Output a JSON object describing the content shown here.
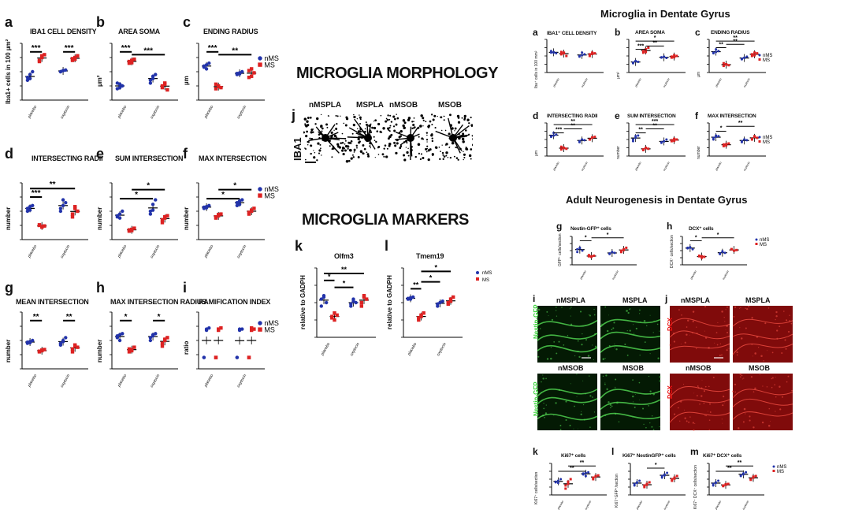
{
  "left": {
    "panels": [
      {
        "letter": "a",
        "title": "IBA1 CELL DENSITY",
        "ylabel": "Iba1+ cells in 100 µm²",
        "sig": [
          "***",
          "***"
        ]
      },
      {
        "letter": "b",
        "title": "AREA SOMA",
        "ylabel": "µm²",
        "sig": [
          "***",
          "***"
        ]
      },
      {
        "letter": "c",
        "title": "ENDING RADIUS",
        "ylabel": "µm",
        "sig": [
          "***",
          "**"
        ]
      },
      {
        "letter": "d",
        "title": "INTERSECTING RADII",
        "ylabel": "number",
        "sig": [
          "***",
          "**"
        ]
      },
      {
        "letter": "e",
        "title": "SUM INTERSECTION",
        "ylabel": "number",
        "sig": [
          "*",
          "*"
        ]
      },
      {
        "letter": "f",
        "title": "MAX INTERSECTION",
        "ylabel": "number",
        "sig": [
          "*",
          "*"
        ]
      },
      {
        "letter": "g",
        "title": "MEAN INTERSECTION",
        "ylabel": "number",
        "sig": [
          "**",
          "**"
        ]
      },
      {
        "letter": "h",
        "title": "MAX INTERSECTION RADIUS",
        "ylabel": "number",
        "sig": [
          "*",
          "*"
        ]
      },
      {
        "letter": "i",
        "title": "RAMIFICATION INDEX",
        "ylabel": "ratio",
        "sig": []
      }
    ],
    "legend": {
      "nms": "nMS",
      "ms": "MS"
    },
    "xticks": [
      "placebo",
      "oxytocin"
    ]
  },
  "middle": {
    "morphology_heading": "MICROGLIA MORPHOLOGY",
    "markers_heading": "MICROGLIA MARKERS",
    "j_letter": "j",
    "j_side_label": "IBA1",
    "j_labels": [
      "nMSPLA",
      "MSPLA",
      "nMSOB",
      "MSOB"
    ],
    "k": {
      "letter": "k",
      "title": "Olfm3",
      "ylabel": "relative to GADPH",
      "sig": [
        "*",
        "*",
        "**"
      ]
    },
    "l": {
      "letter": "l",
      "title": "Tmem19",
      "ylabel": "relative to GADPH",
      "sig": [
        "**",
        "*",
        "*"
      ]
    },
    "legend": {
      "nms": "nMS",
      "ms": "MS"
    }
  },
  "right": {
    "heading1": "Microglia in Dentate Gyrus",
    "heading2": "Adult Neurogenesis in Dentate Gyrus",
    "panels_top": [
      {
        "letter": "a",
        "title": "IBA1⁺ CELL DENSITY",
        "ylabel": "Iba⁺ cells in 100 mm²"
      },
      {
        "letter": "b",
        "title": "AREA SOMA",
        "ylabel": "µm²"
      },
      {
        "letter": "c",
        "title": "ENDING RADIUS",
        "ylabel": "µm"
      },
      {
        "letter": "d",
        "title": "INTERSECTING RADII",
        "ylabel": "µm"
      },
      {
        "letter": "e",
        "title": "SUM INTERSECTION",
        "ylabel": "number"
      },
      {
        "letter": "f",
        "title": "MAX INTERSECTION",
        "ylabel": "number"
      }
    ],
    "g": {
      "letter": "g",
      "title": "Nestin-GFP⁺ cells",
      "ylabel": "GFP⁺ cells/section"
    },
    "h": {
      "letter": "h",
      "title": "DCX⁺ cells",
      "ylabel": "DCX⁺ cells/section"
    },
    "i": {
      "letter": "i",
      "labels": [
        "nMSPLA",
        "MSPLA",
        "nMSOB",
        "MSOB"
      ],
      "side": "Nestin-GFP"
    },
    "j": {
      "letter": "j",
      "labels": [
        "nMSPLA",
        "MSPLA",
        "nMSOB",
        "MSOB"
      ],
      "side": "DCX"
    },
    "k": {
      "letter": "k",
      "title": "Ki67⁺ cells",
      "ylabel": "Ki67⁺ cells/section"
    },
    "l": {
      "letter": "l",
      "title": "Ki67⁺ NestinGFP⁺ cells",
      "ylabel": "Ki67⁺GFP⁺/section"
    },
    "m": {
      "letter": "m",
      "title": "Ki67⁺ DCX⁺ cells",
      "ylabel": "Ki67⁺ DCX⁺ cells/section"
    },
    "legend": {
      "nms": "nMS",
      "ms": "MS"
    }
  },
  "colors": {
    "nms": "#2233aa",
    "ms": "#dd2222",
    "green": "#4fd04f",
    "red": "#d81818"
  }
}
